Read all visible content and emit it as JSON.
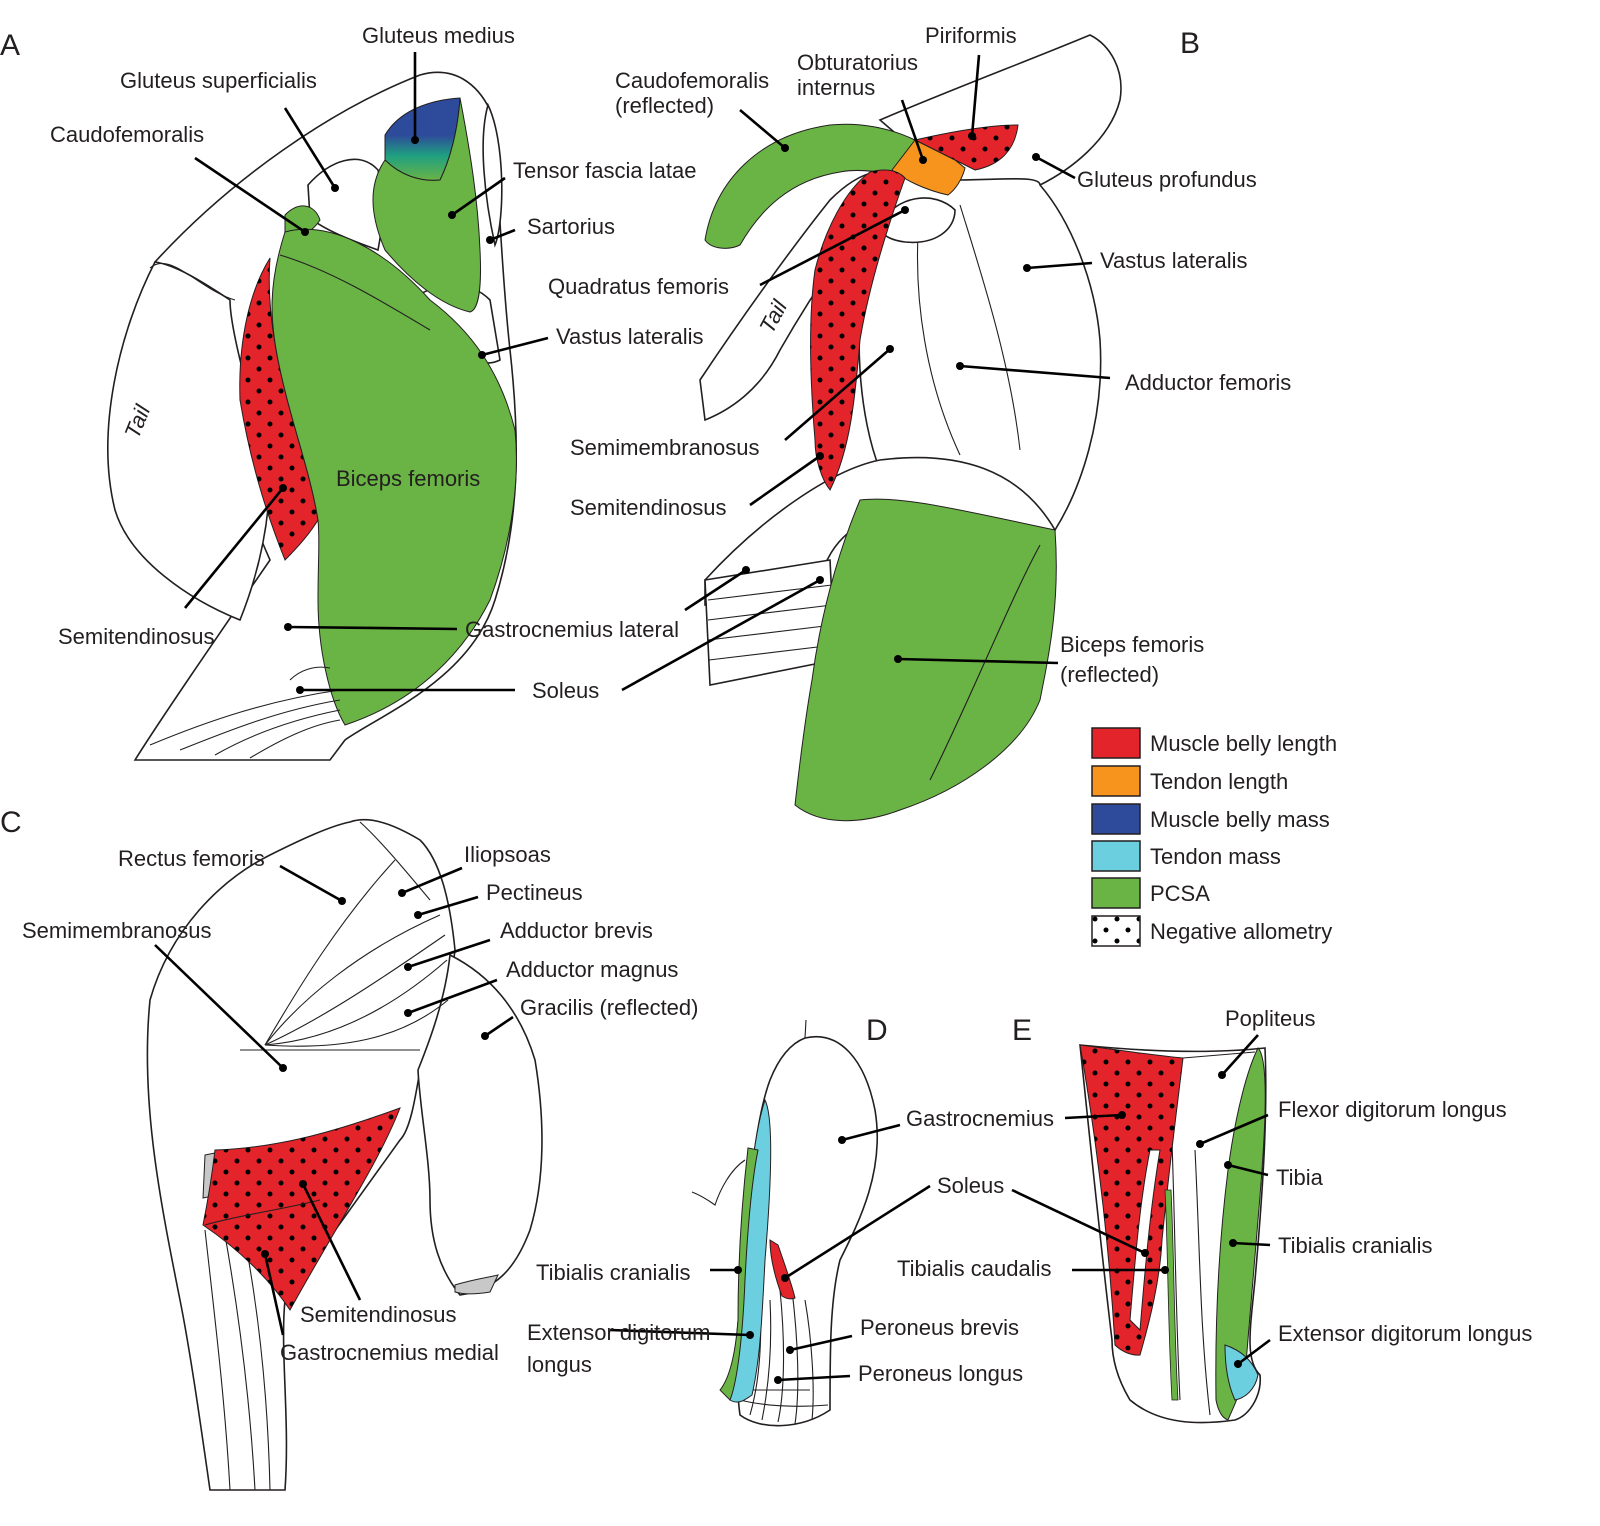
{
  "colors": {
    "muscle_belly_length": "#e3242b",
    "tendon_length": "#f7941d",
    "muscle_belly_mass": "#2e4a9a",
    "tendon_mass": "#6ccfe0",
    "pcsa": "#6ab345",
    "grey_patch": "#c8c8c8"
  },
  "panels": {
    "A": {
      "letter": "A",
      "labels": {
        "gluteus_medius": "Gluteus medius",
        "gluteus_superficialis": "Gluteus superficialis",
        "caudofemoralis": "Caudofemoralis",
        "tensor_fascia_latae": "Tensor fascia latae",
        "sartorius": "Sartorius",
        "vastus_lateralis": "Vastus lateralis",
        "tail": "Tail",
        "biceps_femoris": "Biceps femoris",
        "semitendinosus": "Semitendinosus",
        "gastrocnemius_lateral": "Gastrocnemius lateral",
        "soleus": "Soleus"
      }
    },
    "B": {
      "letter": "B",
      "labels": {
        "caudofemoralis_1": "Caudofemoralis",
        "caudofemoralis_2": "(reflected)",
        "obturatorius_1": "Obturatorius",
        "obturatorius_2": "internus",
        "piriformis": "Piriformis",
        "gluteus_profundus": "Gluteus profundus",
        "vastus_lateralis": "Vastus lateralis",
        "quadratus_femoris": "Quadratus femoris",
        "tail": "Tail",
        "adductor_femoris": "Adductor femoris",
        "semimembranosus": "Semimembranosus",
        "semitendinosus": "Semitendinosus",
        "biceps_femoris_1": "Biceps femoris",
        "biceps_femoris_2": "(reflected)"
      }
    },
    "C": {
      "letter": "C",
      "labels": {
        "rectus_femoris": "Rectus femoris",
        "iliopsoas": "Iliopsoas",
        "pectineus": "Pectineus",
        "semimembranosus": "Semimembranosus",
        "adductor_brevis": "Adductor brevis",
        "adductor_magnus": "Adductor magnus",
        "gracilis": "Gracilis (reflected)",
        "semitendinosus": "Semitendinosus",
        "gastrocnemius_medial": "Gastrocnemius medial"
      }
    },
    "D": {
      "letter": "D",
      "labels": {
        "gastrocnemius": "Gastrocnemius",
        "soleus": "Soleus",
        "tibialis_cranialis": "Tibialis cranialis",
        "extensor_1": "Extensor digitorum",
        "extensor_2": "longus",
        "peroneus_brevis": "Peroneus brevis",
        "peroneus_longus": "Peroneus longus"
      }
    },
    "E": {
      "letter": "E",
      "labels": {
        "popliteus": "Popliteus",
        "flexor_digitorum_longus": "Flexor digitorum longus",
        "tibia": "Tibia",
        "tibialis_caudalis": "Tibialis caudalis",
        "tibialis_cranialis": "Tibialis cranialis",
        "extensor_digitorum_longus": "Extensor digitorum longus"
      }
    }
  },
  "legend": [
    {
      "label": "Muscle belly length",
      "swatch": "muscle_belly_length"
    },
    {
      "label": "Tendon length",
      "swatch": "tendon_length"
    },
    {
      "label": "Muscle belly mass",
      "swatch": "muscle_belly_mass"
    },
    {
      "label": "Tendon mass",
      "swatch": "tendon_mass"
    },
    {
      "label": "PCSA",
      "swatch": "pcsa"
    },
    {
      "label": "Negative allometry",
      "swatch": "dots"
    }
  ]
}
